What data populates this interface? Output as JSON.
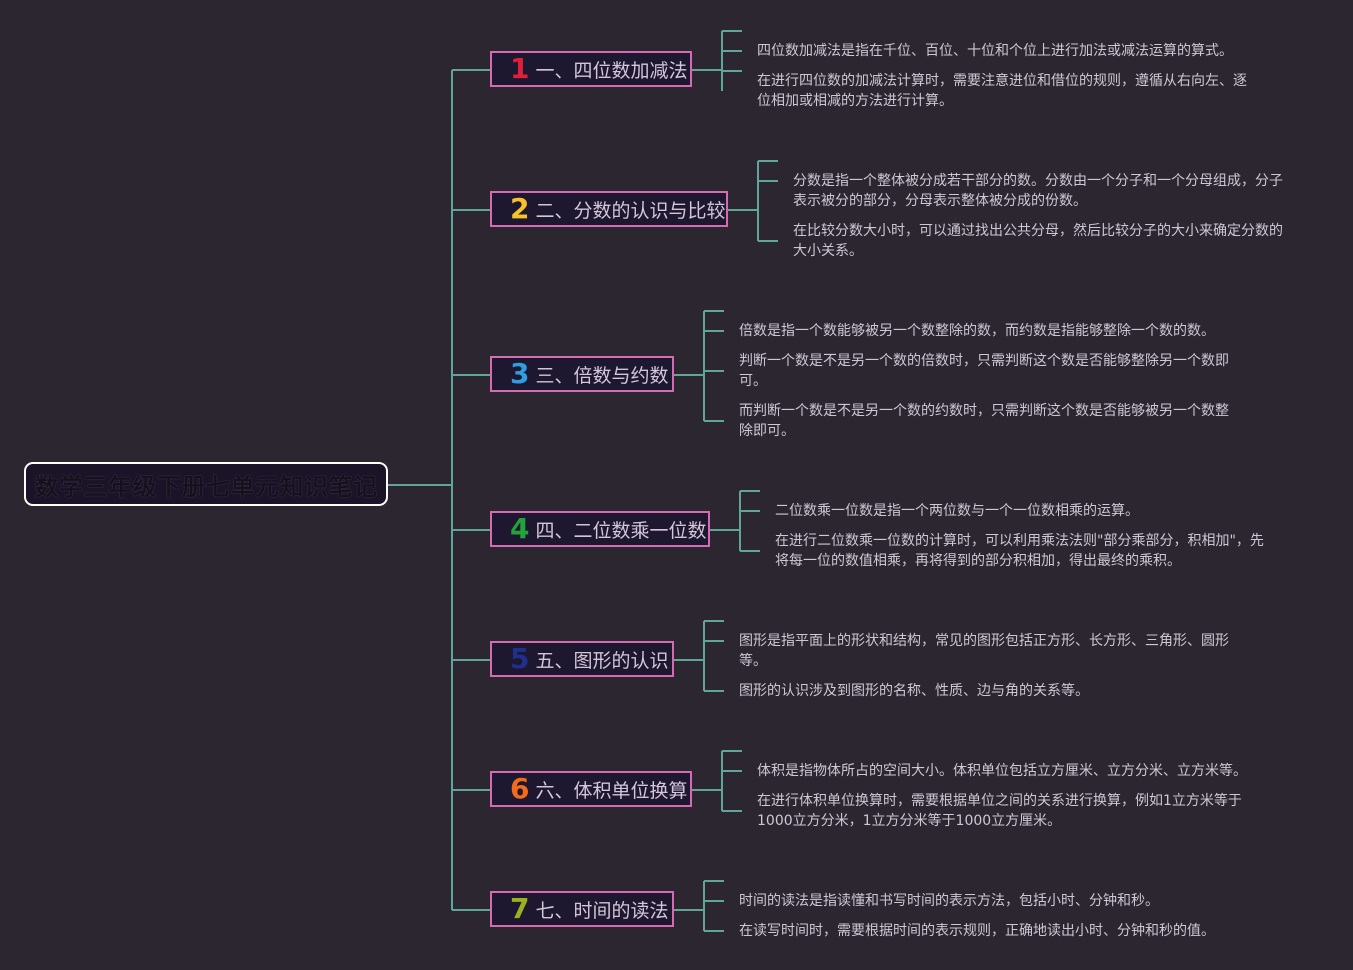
{
  "root": {
    "title": "数学三年级下册七单元知识笔记"
  },
  "branches": [
    {
      "number": "1",
      "label": "一、四位数加减法",
      "number_color": "#e0203a",
      "notes": [
        "四位数加减法是指在千位、百位、十位和个位上进行加法或减法运算的算式。",
        "在进行四位数的加减法计算时，需要注意进位和借位的规则，遵循从右向左、逐位相加或相减的方法进行计算。"
      ]
    },
    {
      "number": "2",
      "label": "二、分数的认识与比较",
      "number_color": "#f5c228",
      "notes": [
        "分数是指一个整体被分成若干部分的数。分数由一个分子和一个分母组成，分子表示被分的部分，分母表示整体被分成的份数。",
        "在比较分数大小时，可以通过找出公共分母，然后比较分子的大小来确定分数的大小关系。"
      ]
    },
    {
      "number": "3",
      "label": "三、倍数与约数",
      "number_color": "#2e9de3",
      "notes": [
        "倍数是指一个数能够被另一个数整除的数，而约数是指能够整除一个数的数。",
        "判断一个数是不是另一个数的倍数时，只需判断这个数是否能够整除另一个数即可。",
        "而判断一个数是不是另一个数的约数时，只需判断这个数是否能够被另一个数整除即可。"
      ]
    },
    {
      "number": "4",
      "label": "四、二位数乘一位数",
      "number_color": "#23a33a",
      "notes": [
        "二位数乘一位数是指一个两位数与一个一位数相乘的运算。",
        "在进行二位数乘一位数的计算时，可以利用乘法法则\"部分乘部分，积相加\"，先将每一位的数值相乘，再将得到的部分积相加，得出最终的乘积。"
      ]
    },
    {
      "number": "5",
      "label": "五、图形的认识",
      "number_color": "#1f2f8c",
      "notes": [
        "图形是指平面上的形状和结构，常见的图形包括正方形、长方形、三角形、圆形等。",
        "图形的认识涉及到图形的名称、性质、边与角的关系等。"
      ]
    },
    {
      "number": "6",
      "label": "六、体积单位换算",
      "number_color": "#f26a1b",
      "notes": [
        "体积是指物体所占的空间大小。体积单位包括立方厘米、立方分米、立方米等。",
        "在进行体积单位换算时，需要根据单位之间的关系进行换算，例如1立方米等于1000立方分米，1立方分米等于1000立方厘米。"
      ]
    },
    {
      "number": "7",
      "label": "七、时间的读法",
      "number_color": "#9ab21f",
      "notes": [
        "时间的读法是指读懂和书写时间的表示方法，包括小时、分钟和秒。",
        "在读写时间时，需要根据时间的表示规则，正确地读出小时、分钟和秒的值。"
      ]
    }
  ],
  "colors": {
    "background": "#2b2630",
    "connector": "#5fa59a",
    "branch_border": "#d56bb0",
    "root_border": "#ffffff",
    "note_text": "#cfc7d6"
  }
}
